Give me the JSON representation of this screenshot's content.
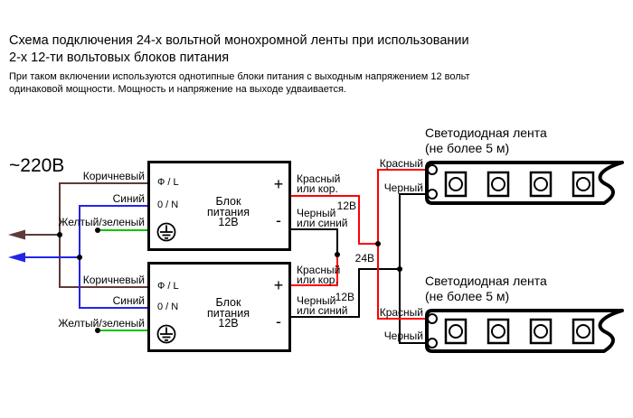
{
  "header": {
    "title_line1": "Схема подключения 24-х вольтной монохромной ленты при использовании",
    "title_line2": "2-х 12-ти вольтовых блоков питания",
    "desc_line1": "При таком включении используются однотипные блоки питания с выходным напряжением 12 вольт",
    "desc_line2": "одинаковой мощности. Мощность и напряжение на выходе удваивается."
  },
  "mains": {
    "voltage": "~220В"
  },
  "input_labels": {
    "brown": "Коричневый",
    "blue": "Синий",
    "ground": "Желтый/зеленый"
  },
  "psu": {
    "live": "Ф / L",
    "neutral": "0 / N",
    "name1": "Блок",
    "name2": "питания",
    "name3": "12В",
    "plus": "+",
    "minus": "-"
  },
  "output_labels": {
    "red1": "Красный",
    "red2": "или кор.",
    "black1": "Черный",
    "black2": "или синий",
    "v12": "12В",
    "v24": "24В"
  },
  "strip": {
    "title1": "Светодиодная лента",
    "title2": "(не более 5 м)",
    "red": "Красный",
    "black": "Черный"
  },
  "colors": {
    "brown": "#5e3a3a",
    "blue": "#2424e8",
    "green": "#00c400",
    "red": "#ff0000",
    "black": "#000000"
  }
}
